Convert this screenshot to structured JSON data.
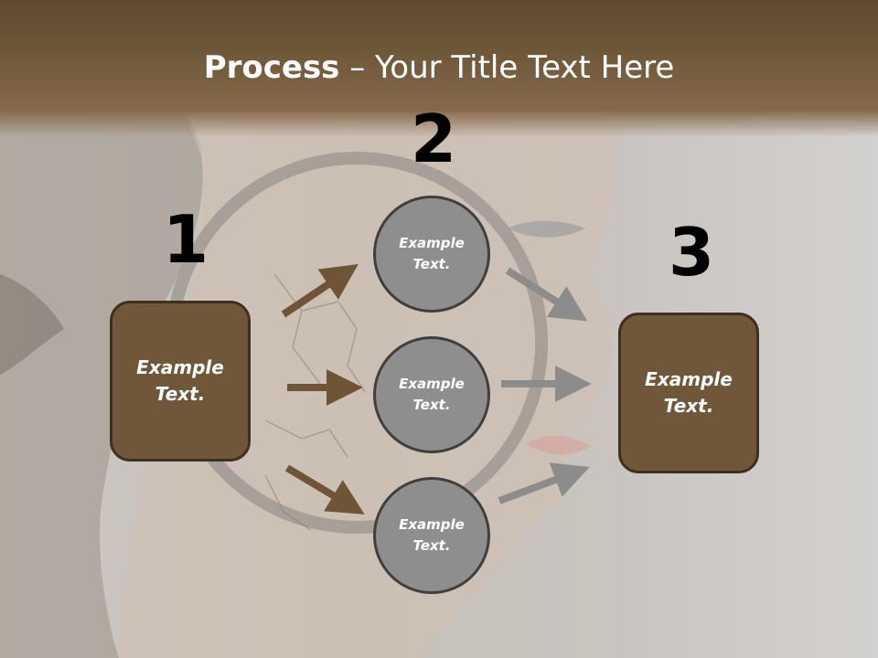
{
  "title": {
    "bold": "Process",
    "rest": " – Your Title Text Here"
  },
  "numbers": {
    "n1": "1",
    "n2": "2",
    "n3": "3"
  },
  "boxes": {
    "left": "Example Text.",
    "right": "Example Text."
  },
  "circles": {
    "top": "Example Text.",
    "middle": "Example Text.",
    "bottom": "Example Text."
  },
  "colors": {
    "brown_box": "#715739",
    "arrow_brown": "#6e5537",
    "arrow_gray": "#8c8c8c",
    "circle_gray": "#8e8e8e"
  }
}
